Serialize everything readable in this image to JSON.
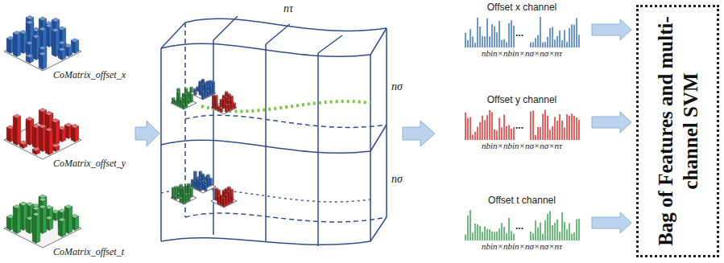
{
  "diagram": {
    "nodes": [
      {
        "text": [
          "Offset x channel",
          "nbin×nbin×nσ×nσ×nτ"
        ]
      },
      {
        "text": [
          "Offset y channel",
          "nbin×nbin×nσ×nσ×nτ"
        ]
      },
      {
        "text": [
          "Offset t channel",
          "nbin×nbin×nσ×nσ×nτ"
        ]
      },
      {
        "text": [
          "Bag of Features and multi-channel SVM"
        ]
      }
    ],
    "edges": [
      {
        "from": 0,
        "to": 3,
        "arrow": "to"
      },
      {
        "from": 1,
        "to": 3,
        "arrow": "to"
      },
      {
        "from": 2,
        "to": 3,
        "arrow": "to"
      }
    ],
    "labels": [
      "CoMatrix_offset_x",
      "CoMatrix_offset_y",
      "CoMatrix_offset_t",
      "nτ",
      "nσ",
      "nσ",
      "...",
      "...",
      "..."
    ]
  }
}
